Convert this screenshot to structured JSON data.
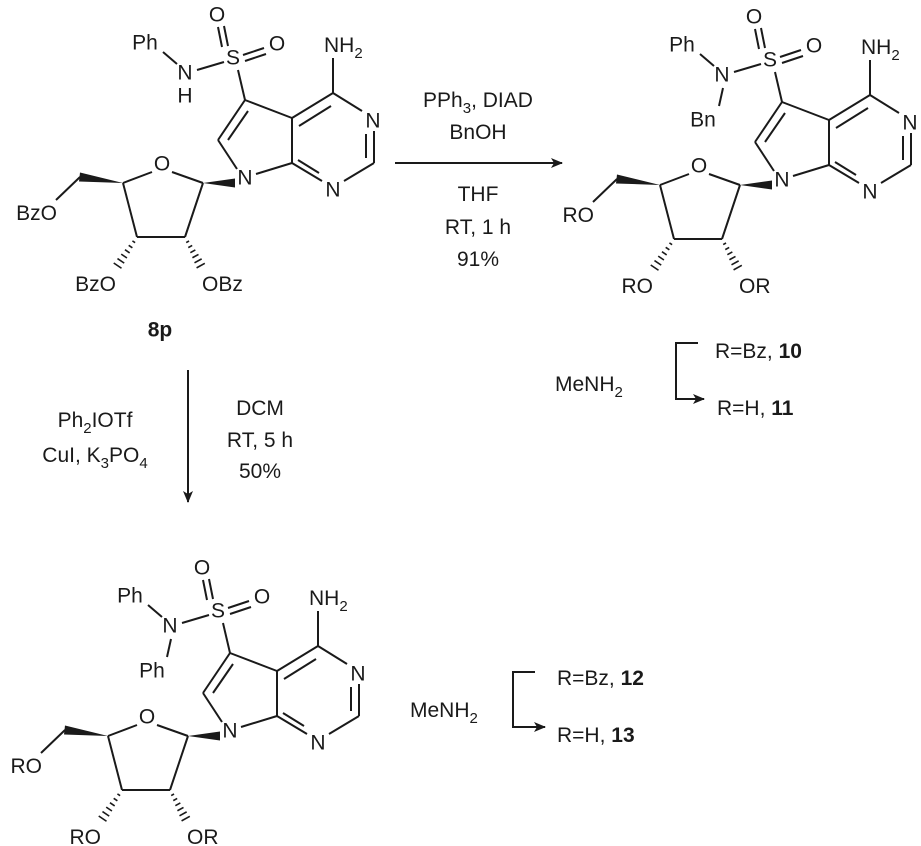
{
  "scheme": {
    "compound_8p": {
      "label": "8p",
      "n_sub_top": "Ph",
      "n_sub_bottom": "H",
      "o5": "BzO",
      "o3": "BzO",
      "o2": "OBz"
    },
    "compound_product_top": {
      "n_sub_top": "Ph",
      "n_sub_bottom": "Bn",
      "o5": "RO",
      "o3": "RO",
      "o2": "OR"
    },
    "compound_product_bottom": {
      "n_sub_top": "Ph",
      "n_sub_bottom": "Ph",
      "o5": "RO",
      "o3": "RO",
      "o2": "OR"
    },
    "atoms": {
      "N": "N",
      "S": "S",
      "O": "O",
      "NH": "NH",
      "two": "2"
    },
    "reaction_1": {
      "line1_a": "PPh",
      "line1_sub": "3",
      "line1_b": ", DIAD",
      "line2": "BnOH",
      "line3": "THF",
      "line4": "RT, 1 h",
      "line5": "91%"
    },
    "reaction_2": {
      "left1_a": "Ph",
      "left1_sub": "2",
      "left1_b": "IOTf",
      "left2_a": "CuI, K",
      "left2_sub1": "3",
      "left2_b": "PO",
      "left2_sub2": "4",
      "right1": "DCM",
      "right2": "RT, 5 h",
      "right3": "50%"
    },
    "deprotection_1": {
      "reagent_a": "MeNH",
      "reagent_sub": "2",
      "from_text": "R=Bz, ",
      "from_num": "10",
      "to_text": "R=H, ",
      "to_num": "11"
    },
    "deprotection_2": {
      "reagent_a": "MeNH",
      "reagent_sub": "2",
      "from_text": "R=Bz, ",
      "from_num": "12",
      "to_text": "R=H, ",
      "to_num": "13"
    }
  }
}
